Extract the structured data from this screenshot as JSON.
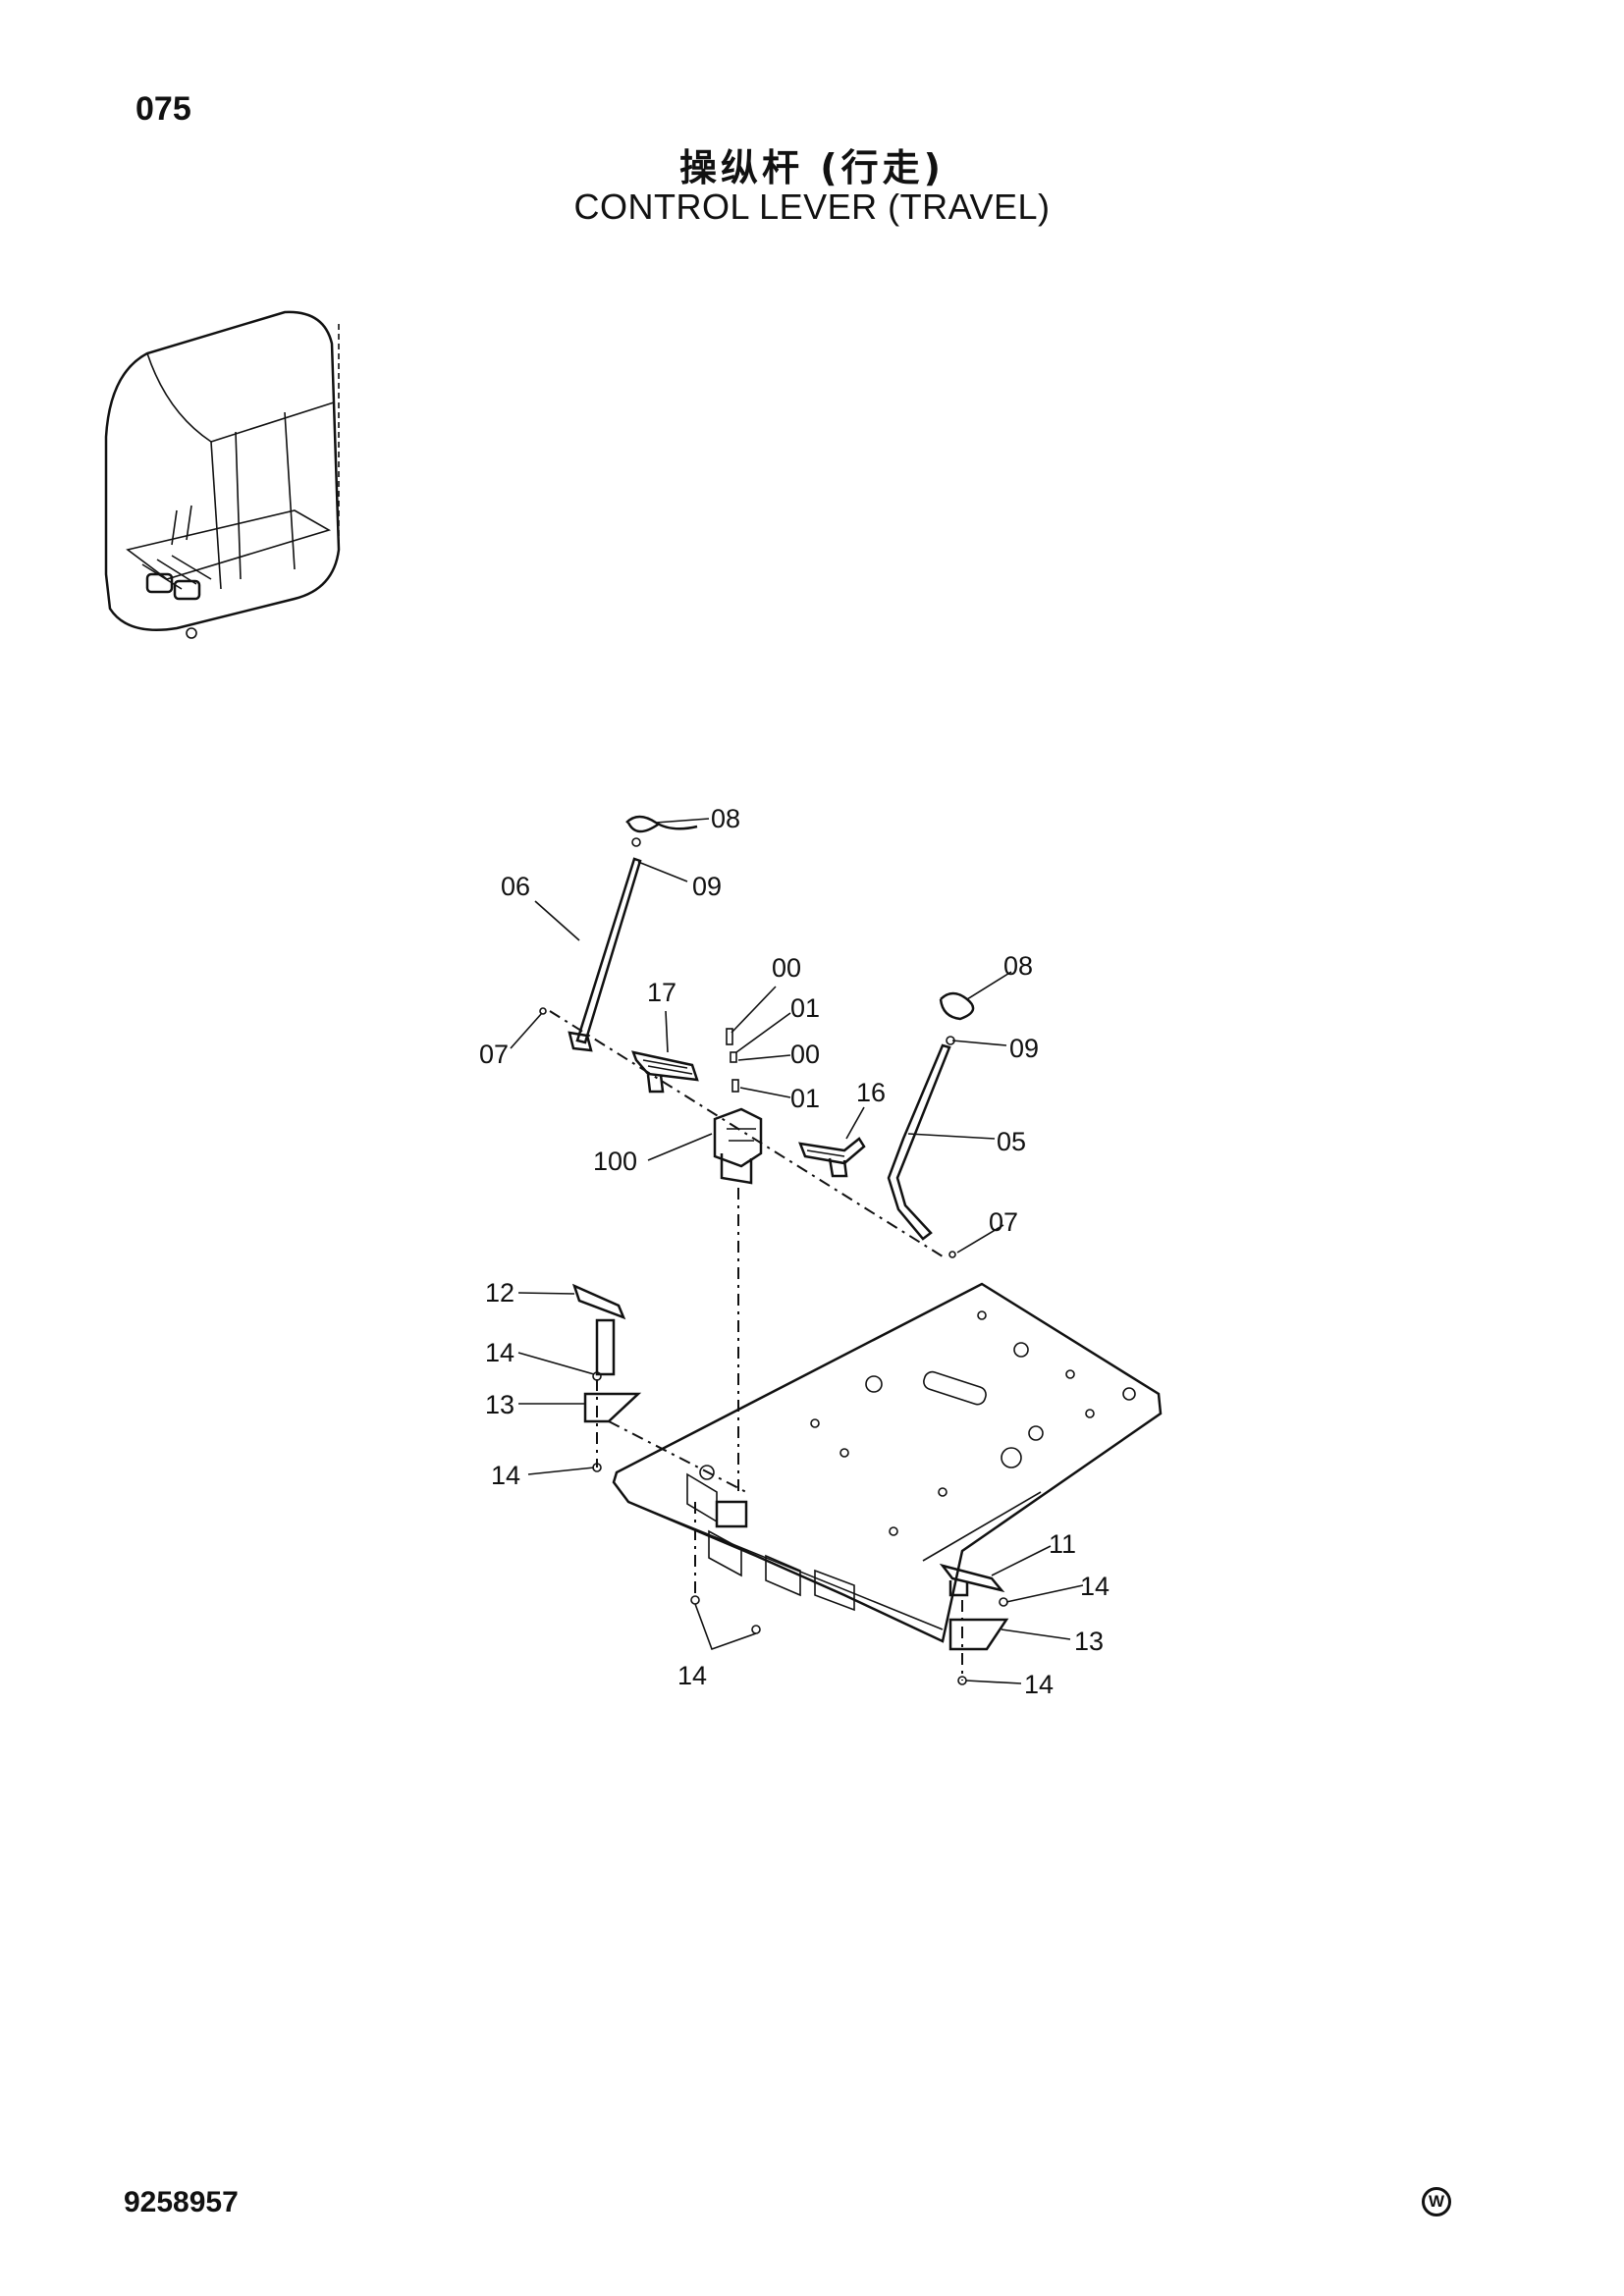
{
  "header": {
    "page_number": "075",
    "title_cn": "操纵杆 (行走)",
    "title_en": "CONTROL LEVER (TRAVEL)"
  },
  "footer": {
    "document_number": "9258957",
    "mark": "W"
  },
  "callouts": [
    {
      "id": "c-08-left",
      "text": "08"
    },
    {
      "id": "c-09-left",
      "text": "09"
    },
    {
      "id": "c-06",
      "text": "06"
    },
    {
      "id": "c-07-left",
      "text": "07"
    },
    {
      "id": "c-17",
      "text": "17"
    },
    {
      "id": "c-00-top",
      "text": "00"
    },
    {
      "id": "c-01-top",
      "text": "01"
    },
    {
      "id": "c-00-mid",
      "text": "00"
    },
    {
      "id": "c-01-mid",
      "text": "01"
    },
    {
      "id": "c-16",
      "text": "16"
    },
    {
      "id": "c-100",
      "text": "100"
    },
    {
      "id": "c-08-right",
      "text": "08"
    },
    {
      "id": "c-09-right",
      "text": "09"
    },
    {
      "id": "c-05",
      "text": "05"
    },
    {
      "id": "c-07-right",
      "text": "07"
    },
    {
      "id": "c-12",
      "text": "12"
    },
    {
      "id": "c-14-a",
      "text": "14"
    },
    {
      "id": "c-13-left",
      "text": "13"
    },
    {
      "id": "c-14-b",
      "text": "14"
    },
    {
      "id": "c-14-c",
      "text": "14"
    },
    {
      "id": "c-11",
      "text": "11"
    },
    {
      "id": "c-14-d",
      "text": "14"
    },
    {
      "id": "c-13-right",
      "text": "13"
    },
    {
      "id": "c-14-e",
      "text": "14"
    }
  ]
}
